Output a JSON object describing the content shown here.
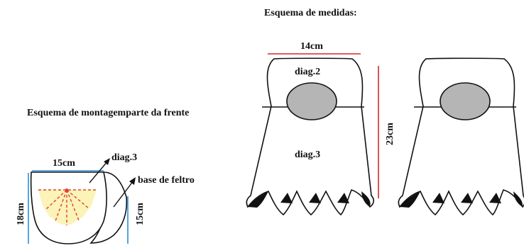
{
  "title_medidas": "Esquema de medidas:",
  "title_montagem": "Esquema de montagemparte da frente",
  "measure_width_top": "14cm",
  "measure_height": "23cm",
  "label_diag2": "diag.2",
  "label_diag3_main": "diag.3",
  "assembly": {
    "label_width": "15cm",
    "label_height_left": "18cm",
    "label_height_right": "15cm",
    "label_diag3": "diag.3",
    "label_base": "base de feltro"
  },
  "colors": {
    "measure_red": "#d62828",
    "measure_blue": "#2a8fd6",
    "oval_gray": "#b5b5b5",
    "fan_yellow": "#fbf3b8",
    "fan_dash_red": "#e0402f",
    "outline": "#111111"
  }
}
